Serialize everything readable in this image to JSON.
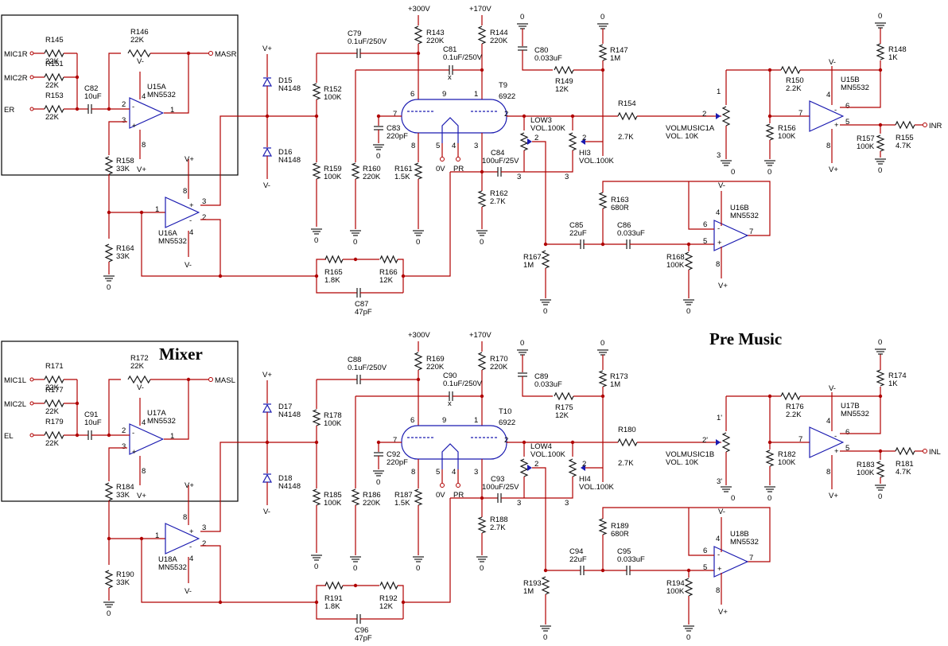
{
  "titles": {
    "mixer": "Mixer",
    "premusic": "Pre Music"
  },
  "stages": [
    {
      "id": "top",
      "inputs": [
        "MIC1R",
        "MIC2R",
        "ER"
      ],
      "out_master": "MASR",
      "out_channel": "INR",
      "res": {
        "in1": [
          "R145",
          "22K"
        ],
        "in2": [
          "R151",
          "22K"
        ],
        "in3": [
          "R153",
          "22K"
        ],
        "fb": [
          "R146",
          "22K"
        ],
        "bias1": [
          "R158",
          "33K"
        ],
        "bias2": [
          "R164",
          "33K"
        ],
        "div1": [
          "R152",
          "100K"
        ],
        "div2": [
          "R159",
          "100K"
        ],
        "grid": [
          "R160",
          "220K"
        ],
        "kath": [
          "R161",
          "1.5K"
        ],
        "plate1": [
          "R143",
          "220K"
        ],
        "plate2": [
          "R144",
          "220K"
        ],
        "kath2": [
          "R162",
          "2.7K"
        ],
        "rc1": [
          "R149",
          "12K"
        ],
        "load": [
          "R147",
          "1M"
        ],
        "ser": [
          "R154",
          "2.7K"
        ],
        "fbA": [
          "R165",
          "1.8K"
        ],
        "fbB": [
          "R166",
          "12K"
        ],
        "g2": [
          "R163",
          "680R"
        ],
        "g3": [
          "R167",
          "1M"
        ],
        "g4": [
          "R168",
          "100K"
        ],
        "vm1": [
          "R150",
          "2.2K"
        ],
        "vm2": [
          "R156",
          "100K"
        ],
        "vm3": [
          "R148",
          "1K"
        ],
        "vm4": [
          "R157",
          "100K"
        ],
        "vm5": [
          "R155",
          "4.7K"
        ]
      },
      "caps": {
        "cin": [
          "C82",
          "10uF"
        ],
        "c1": [
          "C79",
          "0.1uF/250V"
        ],
        "c2": [
          "C81",
          "0.1uF/250V"
        ],
        "c3": [
          "C83",
          "220pF"
        ],
        "c4": [
          "C80",
          "0.033uF"
        ],
        "c5": [
          "C84",
          "100uF/25V"
        ],
        "c6": [
          "C85",
          "22uF"
        ],
        "c7": [
          "C86",
          "0.033uF"
        ],
        "c8": [
          "C87",
          "47pF"
        ]
      },
      "ics": {
        "mix": [
          "U15A",
          "MN5532"
        ],
        "buf": [
          "U16A",
          "MN5532"
        ],
        "tone": [
          "U16B",
          "MN5532"
        ],
        "outbuf": [
          "U15B",
          "MN5532"
        ]
      },
      "diodes": [
        [
          "D15",
          "N4148"
        ],
        [
          "D16",
          "N4148"
        ]
      ],
      "tube": [
        "T9",
        "6922"
      ],
      "pots": {
        "low": [
          "LOW3",
          "VOL.100K"
        ],
        "hi": [
          "HI3",
          "VOL.100K"
        ],
        "vol": [
          "VOLMUSIC1A",
          "VOL. 10K"
        ]
      },
      "pins_vol": [
        "2",
        "1",
        "3"
      ]
    },
    {
      "id": "bottom",
      "inputs": [
        "MIC1L",
        "MIC2L",
        "EL"
      ],
      "out_master": "MASL",
      "out_channel": "INL",
      "res": {
        "in1": [
          "R171",
          "22K"
        ],
        "in2": [
          "R177",
          "22K"
        ],
        "in3": [
          "R179",
          "22K"
        ],
        "fb": [
          "R172",
          "22K"
        ],
        "bias1": [
          "R184",
          "33K"
        ],
        "bias2": [
          "R190",
          "33K"
        ],
        "div1": [
          "R178",
          "100K"
        ],
        "div2": [
          "R185",
          "100K"
        ],
        "grid": [
          "R186",
          "220K"
        ],
        "kath": [
          "R187",
          "1.5K"
        ],
        "plate1": [
          "R169",
          "220K"
        ],
        "plate2": [
          "R170",
          "220K"
        ],
        "kath2": [
          "R188",
          "2.7K"
        ],
        "rc1": [
          "R175",
          "12K"
        ],
        "load": [
          "R173",
          "1M"
        ],
        "ser": [
          "R180",
          "2.7K"
        ],
        "fbA": [
          "R191",
          "1.8K"
        ],
        "fbB": [
          "R192",
          "12K"
        ],
        "g2": [
          "R189",
          "680R"
        ],
        "g3": [
          "R193",
          "1M"
        ],
        "g4": [
          "R194",
          "100K"
        ],
        "vm1": [
          "R176",
          "2.2K"
        ],
        "vm2": [
          "R182",
          "100K"
        ],
        "vm3": [
          "R174",
          "1K"
        ],
        "vm4": [
          "R183",
          "100K"
        ],
        "vm5": [
          "R181",
          "4.7K"
        ]
      },
      "caps": {
        "cin": [
          "C91",
          "10uF"
        ],
        "c1": [
          "C88",
          "0.1uF/250V"
        ],
        "c2": [
          "C90",
          "0.1uF/250V"
        ],
        "c3": [
          "C92",
          "220pF"
        ],
        "c4": [
          "C89",
          "0.033uF"
        ],
        "c5": [
          "C93",
          "100uF/25V"
        ],
        "c6": [
          "C94",
          "22uF"
        ],
        "c7": [
          "C95",
          "0.033uF"
        ],
        "c8": [
          "C96",
          "47pF"
        ]
      },
      "ics": {
        "mix": [
          "U17A",
          "MN5532"
        ],
        "buf": [
          "U18A",
          "MN5532"
        ],
        "tone": [
          "U18B",
          "MN5532"
        ],
        "outbuf": [
          "U17B",
          "MN5532"
        ]
      },
      "diodes": [
        [
          "D17",
          "N4148"
        ],
        [
          "D18",
          "N4148"
        ]
      ],
      "tube": [
        "T10",
        "6922"
      ],
      "pots": {
        "low": [
          "LOW4",
          "VOL.100K"
        ],
        "hi": [
          "HI4",
          "VOL.100K"
        ],
        "vol": [
          "VOLMUSIC1B",
          "VOL. 10K"
        ]
      },
      "pins_vol": [
        "2'",
        "1'",
        "3'"
      ]
    }
  ],
  "common": {
    "rail_p": "V+",
    "rail_n": "V-",
    "gnd": "0",
    "hv1": "+300V",
    "hv2": "+170V",
    "tube_pins": [
      "7",
      "6",
      "8",
      "9",
      "1",
      "3",
      "5",
      "4",
      "2"
    ],
    "heater": [
      "0V",
      "PR"
    ],
    "opamp_plus": "+",
    "opamp_minus": "-",
    "pin": {
      "p1": "1",
      "p2": "2",
      "p3": "3",
      "p4": "4",
      "p5": "5",
      "p6": "6",
      "p7": "7",
      "p8": "8"
    }
  }
}
